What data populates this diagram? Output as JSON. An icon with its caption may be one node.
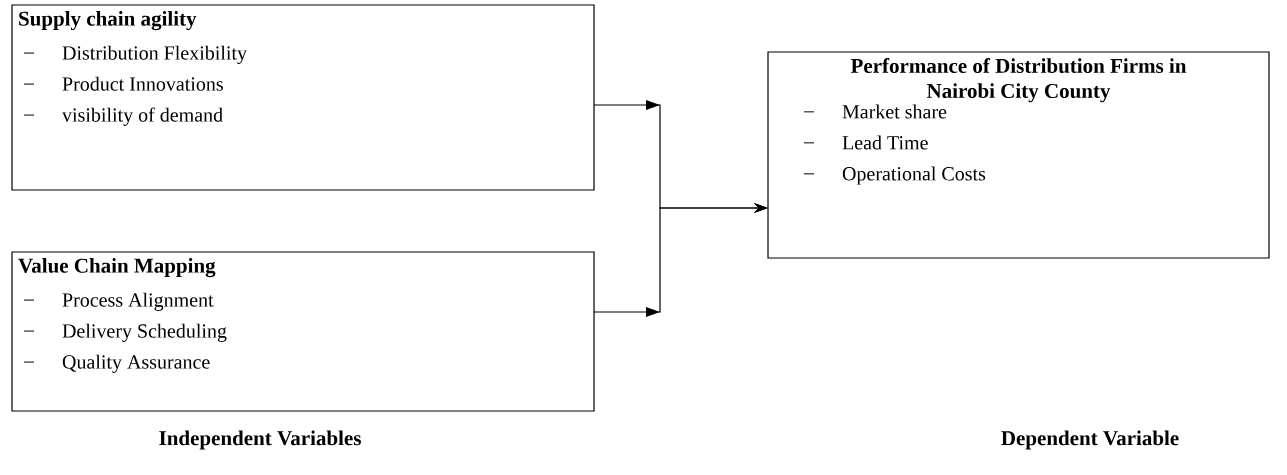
{
  "diagram": {
    "nodes": [
      {
        "text": [
          "Supply chain agility",
          "Distribution Flexibility",
          "Product Innovations",
          "visibility of demand"
        ]
      },
      {
        "text": [
          "Value Chain Mapping",
          "Process Alignment",
          "Delivery Scheduling",
          "Quality Assurance"
        ]
      },
      {
        "text": [
          "Performance of Distribution Firms in Nairobi City County",
          "Market share",
          "Lead Time",
          "Operational Costs"
        ]
      }
    ],
    "edges": [
      {
        "from": 0,
        "to": 2,
        "arrow": "to"
      },
      {
        "from": 1,
        "to": 2,
        "arrow": "to"
      }
    ],
    "labels": [
      "Independent Variables",
      "Dependent Variable"
    ]
  }
}
